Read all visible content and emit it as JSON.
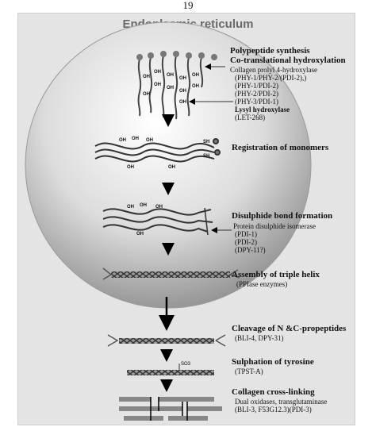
{
  "page_number": "19",
  "title": "Endoplasmic reticulum",
  "steps": {
    "synthesis": {
      "title_line1": "Polypeptide synthesis",
      "title_line2": "Co-translational hydroxylation",
      "enzymes": [
        "Collagen prolyl 4-hydroxylase",
        "(PHY-1/PHY-2/(PDI-2),)",
        "(PHY-1/PDI-2)",
        "(PHY-2/PDI-2)",
        "(PHY-3/PDI-1)"
      ],
      "lysyl_title": "Lysyl hydroxylase",
      "lysyl_sub": "(LET-268)"
    },
    "registration": {
      "title": "Registration of monomers"
    },
    "disulphide": {
      "title": "Disulphide bond formation",
      "enzymes": [
        "Protein disulphide isomerase",
        "(PDI-1)",
        "(PDI-2)",
        "(DPY-11?)"
      ]
    },
    "triple_helix": {
      "title": "Assembly of triple helix",
      "sub": "(PPIase enzymes)"
    },
    "cleavage": {
      "title": "Cleavage of N &C-propeptides",
      "sub": "(BLI-4, DPY-31)"
    },
    "sulphation": {
      "title": "Sulphation of tyrosine",
      "sub": "(TPST-A)",
      "marker": "SO3"
    },
    "crosslinking": {
      "title": "Collagen cross-linking",
      "sub1": "Dual oxidases, transglutaminase",
      "sub2": "(BLI-3, F53G12.3)(PDI-3)"
    }
  },
  "residue_labels": {
    "hydroxyl": "OH",
    "thiol": "SH"
  },
  "colors": {
    "sphere_light": "#ffffff",
    "sphere_dark": "#8a8a8a",
    "background": "#e4e4e4",
    "arrow": "#000000"
  }
}
